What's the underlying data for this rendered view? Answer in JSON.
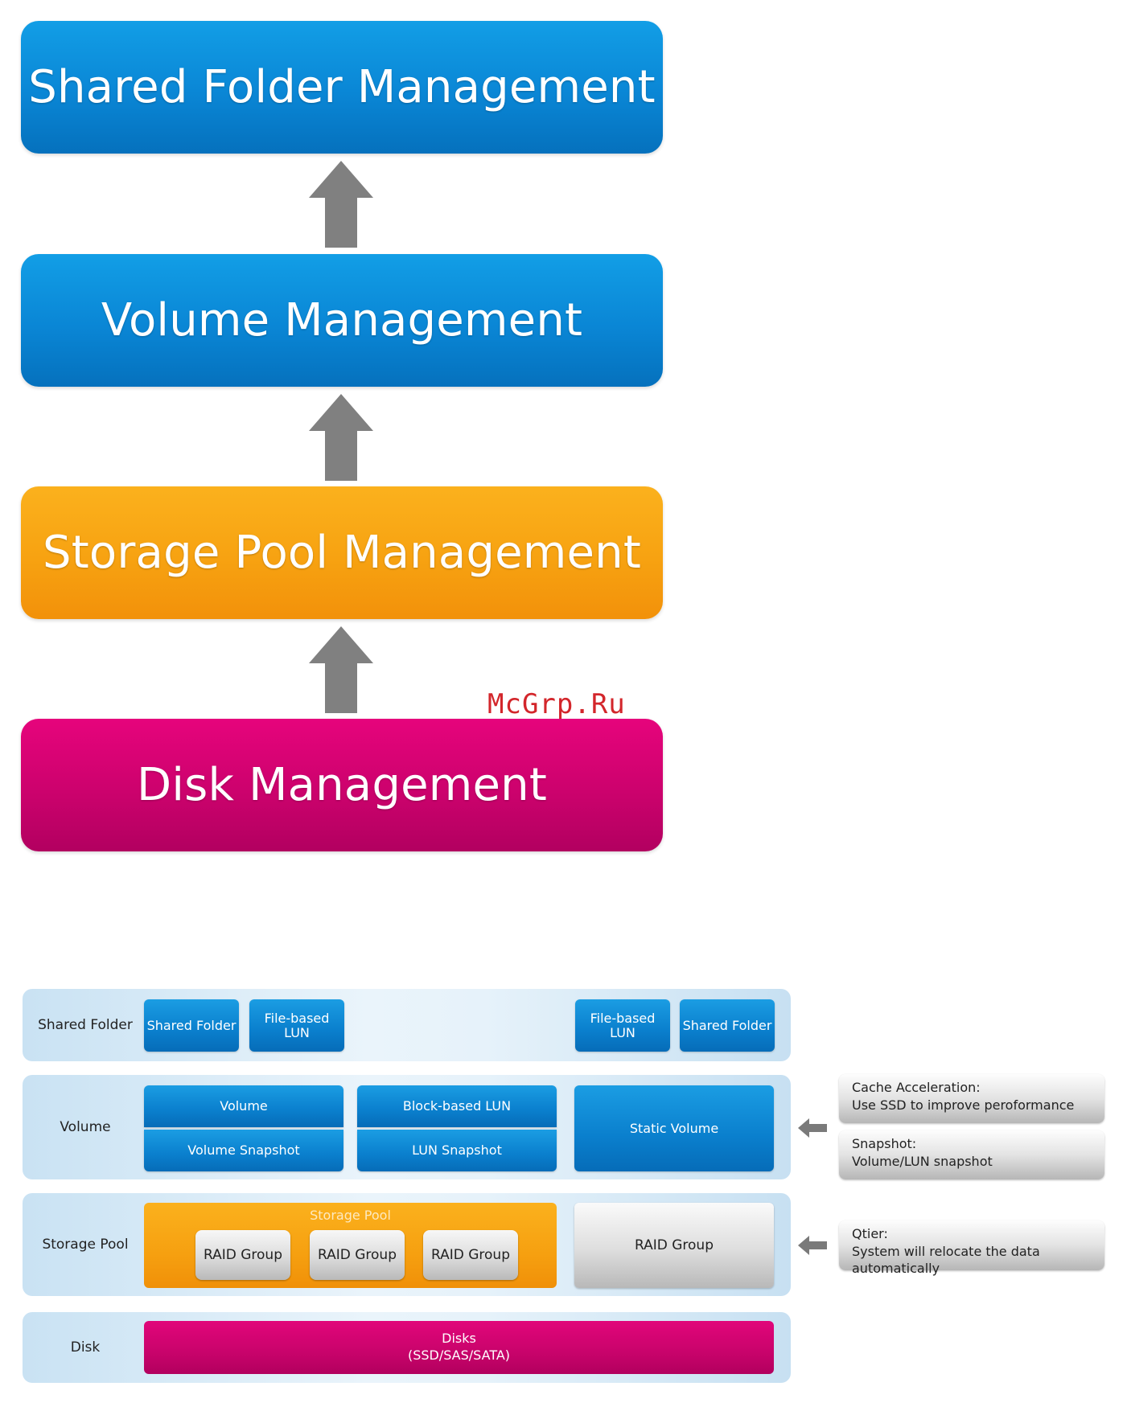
{
  "stack": {
    "layers": [
      {
        "label": "Shared Folder Management",
        "color": "#0a86d5"
      },
      {
        "label": "Volume Management",
        "color": "#0a86d5"
      },
      {
        "label": "Storage Pool Management",
        "color": "#f7a211"
      },
      {
        "label": "Disk Management",
        "color": "#cc026d"
      }
    ],
    "arrow_color": "#808080"
  },
  "watermark": "McGrp.Ru",
  "diagram": {
    "rows": {
      "shared_folder": "Shared Folder",
      "volume": "Volume",
      "storage_pool": "Storage Pool",
      "disk": "Disk"
    },
    "shared_folder_boxes": {
      "left_shared_folder": "Shared Folder",
      "left_file_lun": "File-based\nLUN",
      "right_file_lun": "File-based\nLUN",
      "right_shared_folder": "Shared Folder"
    },
    "volume_boxes": {
      "volume": "Volume",
      "volume_snapshot": "Volume Snapshot",
      "block_lun": "Block-based LUN",
      "lun_snapshot": "LUN Snapshot",
      "static_volume": "Static Volume"
    },
    "storage_pool_boxes": {
      "pool_title": "Storage Pool",
      "raid_groups": [
        "RAID Group",
        "RAID Group",
        "RAID Group"
      ],
      "static_raid": "RAID Group"
    },
    "disk_box": {
      "line1": "Disks",
      "line2": "(SSD/SAS/SATA)"
    },
    "notes": {
      "cache": {
        "title": "Cache Acceleration:",
        "text": "Use SSD to improve peroformance"
      },
      "snapshot": {
        "title": "Snapshot:",
        "text": "Volume/LUN snapshot"
      },
      "qtier": {
        "title": "Qtier:",
        "text": "System will relocate the data automatically"
      }
    }
  }
}
